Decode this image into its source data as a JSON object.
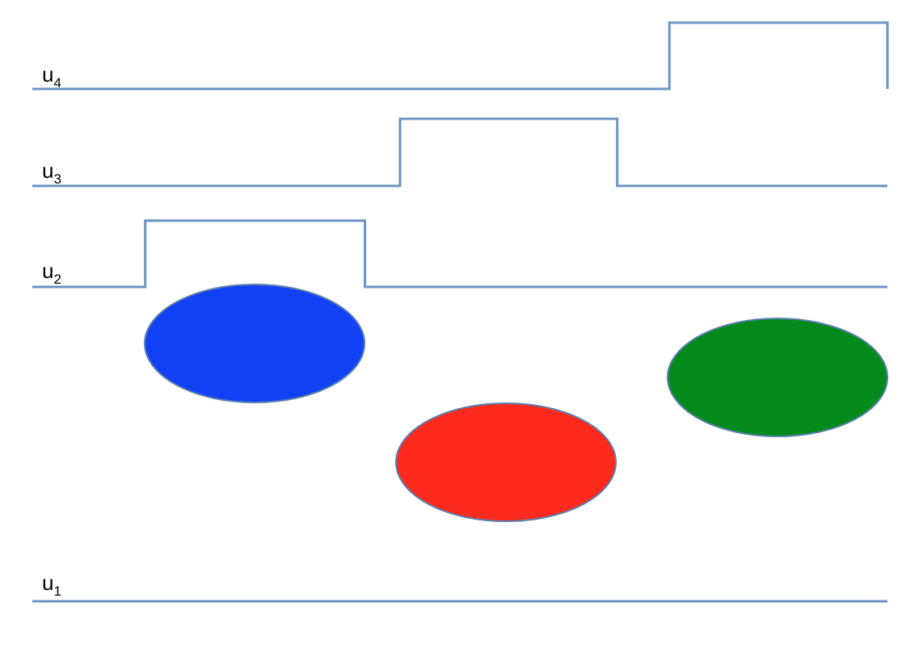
{
  "colors": {
    "signal_line": "#6a95c4",
    "blob_outline": "#5a7fae",
    "background": "#ffffff"
  },
  "signals": [
    {
      "id": "u4",
      "label_main": "u",
      "label_sub": "4",
      "pulses": [
        [
          0.745,
          1.0
        ]
      ]
    },
    {
      "id": "u3",
      "label_main": "u",
      "label_sub": "3",
      "pulses": [
        [
          0.43,
          0.684
        ]
      ]
    },
    {
      "id": "u2",
      "label_main": "u",
      "label_sub": "2",
      "pulses": [
        [
          0.132,
          0.389
        ]
      ]
    },
    {
      "id": "u1",
      "label_main": "u",
      "label_sub": "1",
      "pulses": []
    }
  ],
  "blobs": [
    {
      "name": "blue-ellipse",
      "color": "#1140f5"
    },
    {
      "name": "red-ellipse",
      "color": "#fd2a1d"
    },
    {
      "name": "green-ellipse",
      "color": "#038a1a"
    }
  ]
}
